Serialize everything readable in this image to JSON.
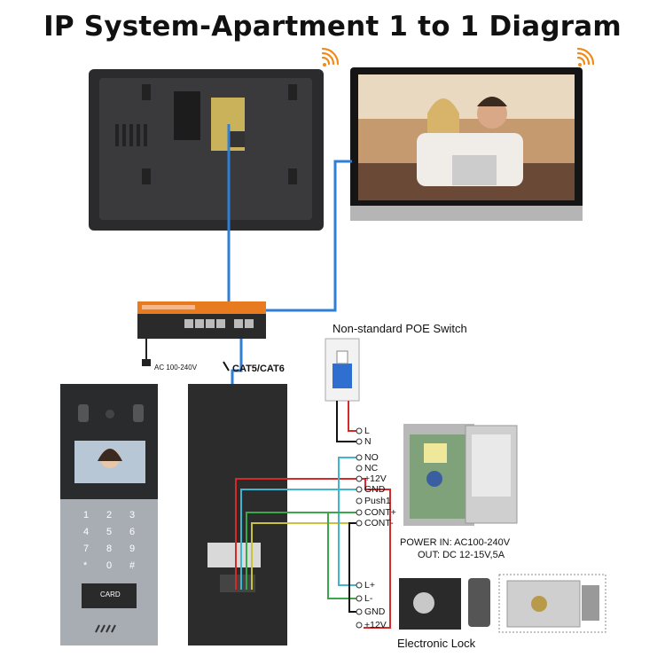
{
  "title": "IP System-Apartment 1 to 1 Diagram",
  "labels": {
    "poe_switch": "Non-standard POE Switch",
    "ac_input": "AC 100-240V",
    "cable": "CAT5/CAT6",
    "power_line1": "POWER  IN: AC100-240V",
    "power_line2": "OUT: DC 12-15V,5A",
    "lock": "Electronic Lock",
    "card": "CARD"
  },
  "keypad": [
    "1",
    "2",
    "3",
    "4",
    "5",
    "6",
    "7",
    "8",
    "9",
    "*",
    "0",
    "#"
  ],
  "breaker_terminals": [
    "L",
    "N"
  ],
  "door_terminals": [
    "NO",
    "NC",
    "+12V",
    "GND",
    "Push1",
    "CONT+",
    "CONT-"
  ],
  "lock_terminals": [
    "L+",
    "L-",
    "GND",
    "+12V"
  ],
  "colors": {
    "network": "#2f7fd6",
    "power_red": "#d42a2a",
    "black": "#111111",
    "cyan": "#3fb6cf",
    "green": "#3aa84a",
    "yellow": "#c9c23a",
    "wifi": "#f08a1a",
    "switch_orange": "#e87a1f"
  }
}
